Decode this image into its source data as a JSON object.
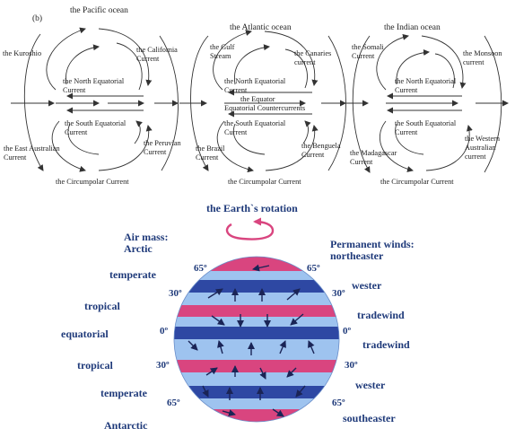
{
  "figure_label": "(b)",
  "panels": [
    {
      "ocean": "the Pacific ocean",
      "currents": {
        "left_top": "the Kuroshio",
        "right_top": [
          "the California",
          "Current"
        ],
        "north_equatorial": [
          "the North Equatorial",
          "Current"
        ],
        "south_equatorial": [
          "the South Equatorial",
          "Current"
        ],
        "left_bottom": [
          "the East Australian",
          "Current"
        ],
        "right_bottom": [
          "the Peruvian",
          "Current"
        ],
        "circumpolar": "the Circumpolar Current"
      }
    },
    {
      "ocean": "the Atlantic ocean",
      "currents": {
        "left_top": [
          "the Gulf",
          "Stream"
        ],
        "right_top": [
          "the Canaries",
          "current"
        ],
        "north_equatorial": [
          "the North Equatorial",
          "Current"
        ],
        "equator": "the Equator",
        "countercurrents": "Equatorial Countercurrents",
        "south_equatorial": [
          "the South Equatorial",
          "Current"
        ],
        "left_bottom": [
          "the Brazil",
          "Current"
        ],
        "right_bottom": [
          "the Benguela",
          "Current"
        ],
        "circumpolar": "the Circumpolar Current"
      }
    },
    {
      "ocean": "the Indian ocean",
      "currents": {
        "left_top": [
          "the Somali",
          "Current"
        ],
        "right_top": [
          "the Monsoon",
          "current"
        ],
        "north_equatorial": [
          "the North Equatorial",
          "Current"
        ],
        "south_equatorial": [
          "the South Equatorial",
          "Current"
        ],
        "left_bottom": [
          "the Madagascar",
          "Current"
        ],
        "right_bottom": [
          "the Western",
          "Australian",
          "current"
        ],
        "circumpolar": "the Circumpolar Current"
      }
    }
  ],
  "globe": {
    "rotation_label": "the Earth`s rotation",
    "air_mass_heading": [
      "Air mass:",
      "Arctic"
    ],
    "air_masses": [
      "temperate",
      "tropical",
      "equatorial",
      "tropical",
      "temperate",
      "Antarctic"
    ],
    "winds_heading": [
      "Permanent winds:",
      "northeaster"
    ],
    "winds": [
      "wester",
      "tradewind",
      "tradewind",
      "wester",
      "southeaster"
    ],
    "latitudes_left": [
      "65º",
      "30º",
      "0º",
      "30º",
      "65º"
    ],
    "latitudes_right": [
      "65º",
      "30º",
      "0º",
      "30º",
      "65º"
    ]
  },
  "colors": {
    "pink_band": "#d9457f",
    "blue_band": "#2e48a3",
    "light_band": "#9ec3ef",
    "label_blue": "#1f3a7a",
    "arrow": "#1a2456"
  }
}
